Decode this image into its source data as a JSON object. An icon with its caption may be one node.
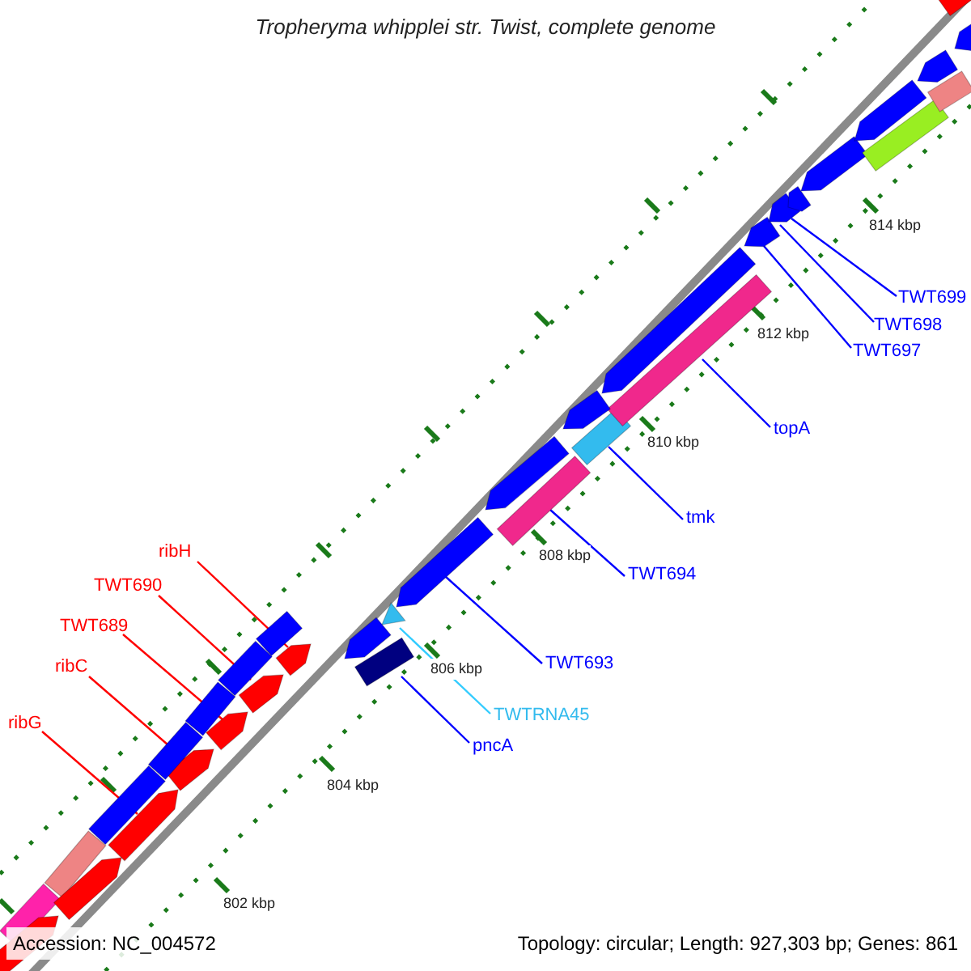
{
  "diagram": {
    "title": "Tropheryma whipplei str. Twist, complete genome",
    "nodes": [
      {
        "text": [
          "ribH"
        ]
      },
      {
        "text": [
          "TWT690"
        ]
      },
      {
        "text": [
          "TWT689"
        ]
      },
      {
        "text": [
          "ribC"
        ]
      },
      {
        "text": [
          "ribG"
        ]
      },
      {
        "text": [
          "pncA"
        ]
      },
      {
        "text": [
          "TWTRNA45"
        ]
      },
      {
        "text": [
          "TWT693"
        ]
      },
      {
        "text": [
          "TWT694"
        ]
      },
      {
        "text": [
          "tmk"
        ]
      },
      {
        "text": [
          "topA"
        ]
      },
      {
        "text": [
          "TWT697"
        ]
      },
      {
        "text": [
          "TWT698"
        ]
      },
      {
        "text": [
          "TWT699"
        ]
      },
      {
        "text": [],
        "shape": "arrow"
      },
      {
        "text": [],
        "shape": "arrow"
      },
      {
        "text": [],
        "shape": "arrow"
      },
      {
        "text": [],
        "shape": "arrow"
      },
      {
        "text": [],
        "shape": "arrow"
      },
      {
        "text": [],
        "shape": "bar"
      },
      {
        "text": [],
        "shape": "triangle"
      },
      {
        "text": [],
        "shape": "arrow"
      },
      {
        "text": [],
        "shape": "bar"
      },
      {
        "text": [],
        "shape": "bar"
      },
      {
        "text": [],
        "shape": "bar"
      },
      {
        "text": [],
        "shape": "arrow"
      },
      {
        "text": [],
        "shape": "arrow"
      },
      {
        "text": [],
        "shape": "arrow"
      },
      {
        "text": [],
        "shape": "bar"
      },
      {
        "text": [],
        "shape": "bar"
      },
      {
        "text": [],
        "shape": "bar"
      },
      {
        "text": [],
        "shape": "bar"
      },
      {
        "text": [],
        "shape": "bar"
      },
      {
        "text": [],
        "shape": "bar"
      },
      {
        "text": [],
        "shape": "bar"
      },
      {
        "text": [],
        "shape": "arrow"
      },
      {
        "text": [],
        "shape": "arrow"
      },
      {
        "text": [],
        "shape": "arrow"
      },
      {
        "text": [],
        "shape": "arrow"
      },
      {
        "text": [],
        "shape": "arrow"
      },
      {
        "text": [],
        "shape": "arrow"
      },
      {
        "text": [],
        "shape": "arrow"
      },
      {
        "text": [],
        "shape": "arrow"
      },
      {
        "text": [],
        "shape": "arrow"
      },
      {
        "text": [],
        "shape": "arrow"
      },
      {
        "text": [],
        "shape": "bar"
      },
      {
        "text": [],
        "shape": "bar"
      },
      {
        "text": [],
        "shape": "arrow"
      }
    ],
    "edges": [
      {
        "from": 0,
        "to": 14,
        "arrow": "none",
        "color": "#ff0000"
      },
      {
        "from": 1,
        "to": 15,
        "arrow": "none",
        "color": "#ff0000"
      },
      {
        "from": 2,
        "to": 16,
        "arrow": "none",
        "color": "#ff0000"
      },
      {
        "from": 3,
        "to": 17,
        "arrow": "none",
        "color": "#ff0000"
      },
      {
        "from": 4,
        "to": 18,
        "arrow": "none",
        "color": "#ff0000"
      },
      {
        "from": 5,
        "to": 19,
        "arrow": "none"
      },
      {
        "from": 6,
        "to": 20,
        "arrow": "none",
        "color": "#33ccff"
      },
      {
        "from": 7,
        "to": 21,
        "arrow": "none"
      },
      {
        "from": 8,
        "to": 22,
        "arrow": "none"
      },
      {
        "from": 9,
        "to": 23,
        "arrow": "none"
      },
      {
        "from": 10,
        "to": 24,
        "arrow": "none"
      },
      {
        "from": 11,
        "to": 25,
        "arrow": "none"
      },
      {
        "from": 12,
        "to": 26,
        "arrow": "none"
      },
      {
        "from": 13,
        "to": 27,
        "arrow": "none"
      }
    ],
    "labels": [
      "802 kbp",
      "804 kbp",
      "806 kbp",
      "808 kbp",
      "810 kbp",
      "812 kbp",
      "814 kbp",
      "Accession: NC_004572",
      "Topology: circular; Length: 927,303 bp; Genes: 861"
    ]
  }
}
